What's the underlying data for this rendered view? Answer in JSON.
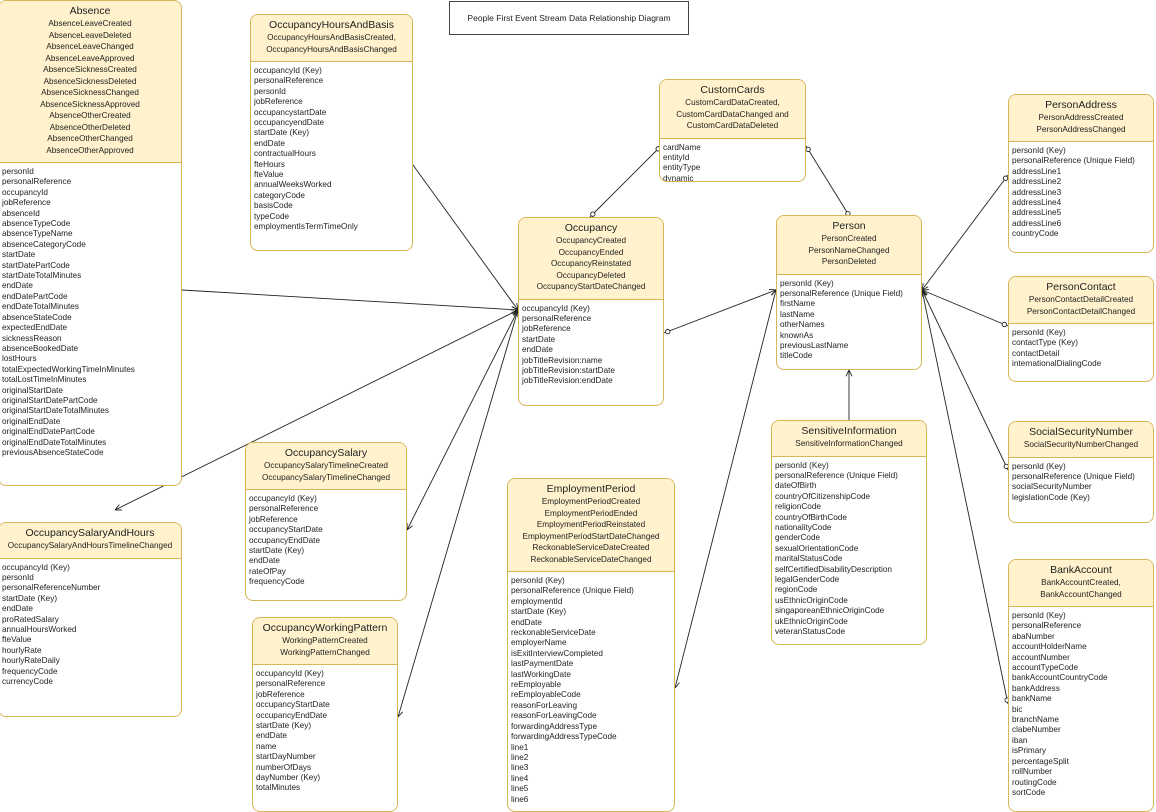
{
  "title": "People First Event Stream Data Relationship Diagram",
  "entities": {
    "absence": {
      "name": "Absence",
      "events": [
        "AbsenceLeaveCreated",
        "AbsenceLeaveDeleted",
        "AbsenceLeaveChanged",
        "AbsenceLeaveApproved",
        "AbsenceSicknessCreated",
        "AbsenceSicknessDeleted",
        "AbsenceSicknessChanged",
        "AbsenceSicknessApproved",
        "AbsenceOtherCreated",
        "AbsenceOtherDeleted",
        "AbsenceOtherChanged",
        "AbsenceOtherApproved"
      ],
      "fields": [
        "personId",
        "personalReference",
        "occupancyId",
        "jobReference",
        "absenceId",
        "absenceTypeCode",
        "absenceTypeName",
        "absenceCategoryCode",
        "startDate",
        "startDatePartCode",
        "startDateTotalMinutes",
        "endDate",
        "endDatePartCode",
        "endDateTotalMinutes",
        "absenceStateCode",
        "expectedEndDate",
        "sicknessReason",
        "absenceBookedDate",
        "lostHours",
        "totalExpectedWorkingTimeInMinutes",
        "totalLostTimeInMinutes",
        "originalStartDate",
        "originalStartDatePartCode",
        "originalStartDateTotalMinutes",
        "originalEndDate",
        "originalEndDatePartCode",
        "originalEndDateTotalMinutes",
        "previousAbsenceStateCode"
      ]
    },
    "occupancyHoursAndBasis": {
      "name": "OccupancyHoursAndBasis",
      "events": [
        "OccupancyHoursAndBasisCreated,",
        "OccupancyHoursAndBasisChanged"
      ],
      "fields": [
        "occupancyId (Key)",
        "personalReference",
        "personId",
        "jobReference",
        "occupancystartDate",
        "occupancyendDate",
        "startDate (Key)",
        "endDate",
        "contractualHours",
        "fteHours",
        "fteValue",
        "annualWeeksWorked",
        "categoryCode",
        "basisCode",
        "typeCode",
        "employmentIsTermTimeOnly"
      ]
    },
    "customCards": {
      "name": "CustomCards",
      "events": [
        "CustomCardDataCreated,",
        "CustomCardDataChanged and",
        "CustomCardDataDeleted"
      ],
      "fields": [
        "cardName",
        "entityId",
        "entityType",
        "dynamic"
      ]
    },
    "personAddress": {
      "name": "PersonAddress",
      "events": [
        "PersonAddressCreated",
        "PersonAddressChanged"
      ],
      "fields": [
        "personId (Key)",
        "personalReference (Unique Field)",
        "addressLine1",
        "addressLine2",
        "addressLine3",
        "addressLine4",
        "addressLine5",
        "addressLine6",
        "countryCode"
      ]
    },
    "occupancy": {
      "name": "Occupancy",
      "events": [
        "OccupancyCreated",
        "OccupancyEnded",
        "OccupancyReinstated",
        "OccupancyDeleted",
        "OccupancyStartDateChanged"
      ],
      "fields": [
        "occupancyId (Key)",
        "personalReference",
        "jobReference",
        "startDate",
        "endDate",
        "jobTitleRevision:name",
        "jobTitleRevision:startDate",
        "jobTitleRevision:endDate"
      ]
    },
    "person": {
      "name": "Person",
      "events": [
        "PersonCreated",
        "PersonNameChanged",
        "PersonDeleted"
      ],
      "fields": [
        "personId (Key)",
        "personalReference (Unique Field)",
        "firstName",
        "lastName",
        "otherNames",
        "knownAs",
        "previousLastName",
        "titleCode"
      ]
    },
    "personContact": {
      "name": "PersonContact",
      "events": [
        "PersonContactDetailCreated",
        "PersonContactDetailChanged"
      ],
      "fields": [
        "personId (Key)",
        "contactType (Key)",
        "contactDetail",
        "internationalDialingCode"
      ]
    },
    "sensitiveInformation": {
      "name": "SensitiveInformation",
      "events": [
        "SensitiveInformationChanged"
      ],
      "fields": [
        "personId (Key)",
        "personalReference (Unique Field)",
        "dateOfBirth",
        "countryOfCitizenshipCode",
        "religionCode",
        "countryOfBirthCode",
        "nationalityCode",
        "genderCode",
        "sexualOrientationCode",
        "maritalStatusCode",
        "selfCertifiedDisabilityDescription",
        "legalGenderCode",
        "regionCode",
        "usEthnicOriginCode",
        "singaporeanEthnicOriginCode",
        "ukEthnicOriginCode",
        "veteranStatusCode"
      ]
    },
    "socialSecurityNumber": {
      "name": "SocialSecurityNumber",
      "events": [
        "SocialSecurityNumberChanged"
      ],
      "fields": [
        "personId (Key)",
        "personalReference (Unique Field)",
        "socialSecurityNumber",
        "legislationCode (Key)"
      ]
    },
    "occupancySalary": {
      "name": "OccupancySalary",
      "events": [
        "OccupancySalaryTimelineCreated",
        "OccupancySalaryTimelineChanged"
      ],
      "fields": [
        "occupancyId (Key)",
        "personalReference",
        "jobReference",
        "occupancyStartDate",
        "occupancyEndDate",
        "startDate (Key)",
        "endDate",
        "rateOfPay",
        "frequencyCode"
      ]
    },
    "employmentPeriod": {
      "name": "EmploymentPeriod",
      "events": [
        "EmploymentPeriodCreated",
        "EmploymentPeriodEnded",
        "EmploymentPeriodReinstated",
        "EmploymentPeriodStartDateChanged",
        "ReckonableServiceDateCreated",
        "ReckonableServiceDateChanged"
      ],
      "fields": [
        "personId (Key)",
        "personalReference (Unique Field)",
        "employmentId",
        "startDate (Key)",
        "endDate",
        "reckonableServiceDate",
        "employerName",
        "isExitInterviewCompleted",
        "lastPaymentDate",
        "lastWorkingDate",
        "reEmployable",
        "reEmployableCode",
        "reasonForLeaving",
        "reasonForLeavingCode",
        "forwardingAddressType",
        "forwardingAddressTypeCode",
        "line1",
        "line2",
        "line3",
        "line4",
        "line5",
        "line6"
      ]
    },
    "occupancySalaryAndHours": {
      "name": "OccupancySalaryAndHours",
      "events": [
        "OccupancySalaryAndHoursTimelineChanged"
      ],
      "fields": [
        "occupancyId (Key)",
        "personId",
        "personalReferenceNumber",
        "startDate (Key)",
        "endDate",
        "proRatedSalary",
        "annualHoursWorked",
        "fteValue",
        "hourlyRate",
        "hourlyRateDaily",
        "frequencyCode",
        "currencyCode"
      ]
    },
    "occupancyWorkingPattern": {
      "name": "OccupancyWorkingPattern",
      "events": [
        "WorkingPatternCreated",
        "WorkingPatternChanged"
      ],
      "fields": [
        "occupancyId (Key)",
        "personalReference",
        "jobReference",
        "occupancyStartDate",
        "occupancyEndDate",
        "startDate (Key)",
        "endDate",
        "name",
        "startDayNumber",
        "numberOfDays",
        "dayNumber (Key)",
        "totalMinutes"
      ]
    },
    "bankAccount": {
      "name": "BankAccount",
      "events": [
        "BankAccountCreated,",
        "BankAccountChanged"
      ],
      "fields": [
        "personId (Key)",
        "personalReference",
        "abaNumber",
        "accountHolderName",
        "accountNumber",
        "accountTypeCode",
        "bankAccountCountryCode",
        "bankAddress",
        "bankName",
        "bic",
        "branchName",
        "clabeNumber",
        "iban",
        "isPrimary",
        "percentageSplit",
        "rollNumber",
        "routingCode",
        "sortCode"
      ]
    }
  }
}
